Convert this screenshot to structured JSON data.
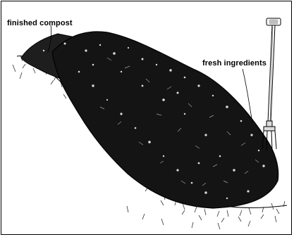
{
  "labels": {
    "finished_compost": "finished compost",
    "fresh_ingredients": "fresh ingredients"
  },
  "colors": {
    "ink": "#000000",
    "paper": "#ffffff",
    "pile_dark": "#141414",
    "grass": "#333333"
  },
  "icons": {
    "pitchfork": "pitchfork-icon",
    "compost_pile": "compost-pile-illustration"
  }
}
